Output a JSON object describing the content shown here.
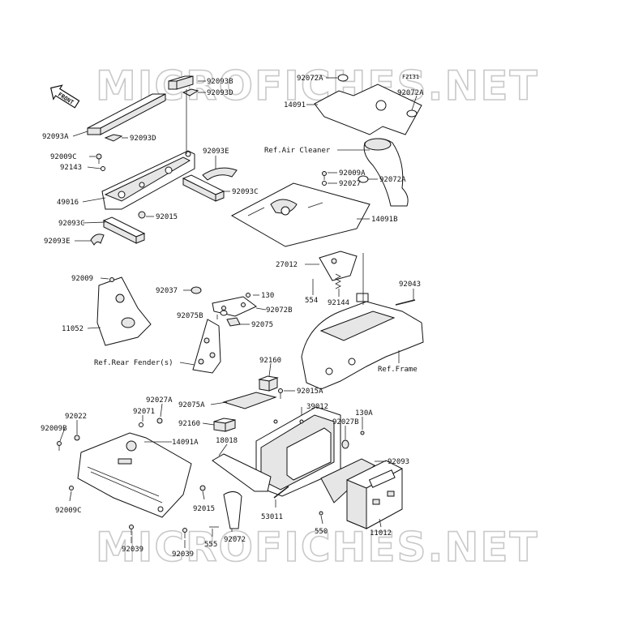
{
  "watermark": {
    "text": "MICROFICHES.NET"
  },
  "diagram_code": "F2131",
  "front_label": "FRONT",
  "refs": {
    "air_cleaner": "Ref.Air Cleaner",
    "rear_fender": "Ref.Rear Fender(s)",
    "frame": "Ref.Frame"
  },
  "labels": {
    "p92093B": "92093B",
    "p92093D_top": "92093D",
    "p92093A": "92093A",
    "p92093D_mid": "92093D",
    "p92009C": "92009C",
    "p92143": "92143",
    "p92093E_upper": "92093E",
    "p49016": "49016",
    "p92093C_mid": "92093C",
    "p92015_top": "92015",
    "p92093C_left": "92093C",
    "p92093E_lower": "92093E",
    "p92072A_top": "92072A",
    "p14091": "14091",
    "p92072A_right": "92072A",
    "p92009A": "92009A",
    "p92027": "92027",
    "p92072A_lower": "92072A",
    "p14091B": "14091B",
    "p27012": "27012",
    "p554": "554",
    "p92144": "92144",
    "p92043": "92043",
    "p92009": "92009",
    "p11052": "11052",
    "p92037": "92037",
    "p130_top": "130",
    "p92075B": "92075B",
    "p92072B": "92072B",
    "p92075": "92075",
    "p92160_upper": "92160",
    "p92075A": "92075A",
    "p92015A": "92015A",
    "p39012": "39012",
    "p92027A": "92027A",
    "p92071": "92071",
    "p92160_lower": "92160",
    "p92022": "92022",
    "p92009B": "92009B",
    "p14091A": "14091A",
    "p18018": "18018",
    "p92027B": "92027B",
    "p130A": "130A",
    "p92093": "92093",
    "p92009C_lower": "92009C",
    "p92015_lower": "92015",
    "p53011": "53011",
    "p550": "550",
    "p11012": "11012",
    "p92039_left": "92039",
    "p92039_right": "92039",
    "p555": "555",
    "p92072": "92072"
  }
}
